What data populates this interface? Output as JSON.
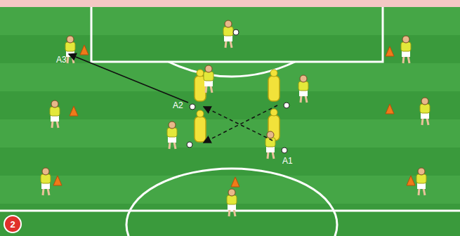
{
  "diagram": {
    "nodes": [
      {
        "text": [
          "2"
        ]
      }
    ],
    "labels": [
      "A3",
      "A2",
      "A1"
    ]
  }
}
